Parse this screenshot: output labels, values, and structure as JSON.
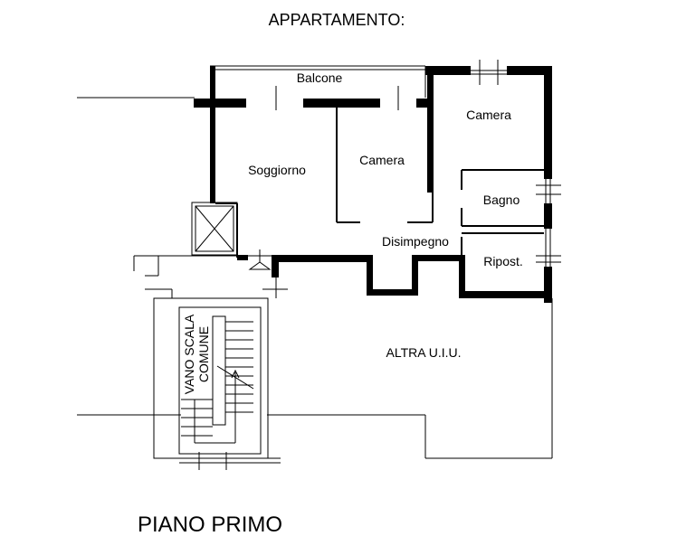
{
  "page_title": "APPARTAMENTO:",
  "floor_label": "PIANO PRIMO",
  "rooms": {
    "balcone": "Balcone",
    "soggiorno": "Soggiorno",
    "camera_1": "Camera",
    "camera_2": "Camera",
    "bagno": "Bagno",
    "disimpegno": "Disimpegno",
    "ripost": "Ripost.",
    "altra_uiu": "ALTRA U.I.U."
  },
  "stair_label": {
    "line1": "VANO SCALA",
    "line2": "COMUNE"
  }
}
